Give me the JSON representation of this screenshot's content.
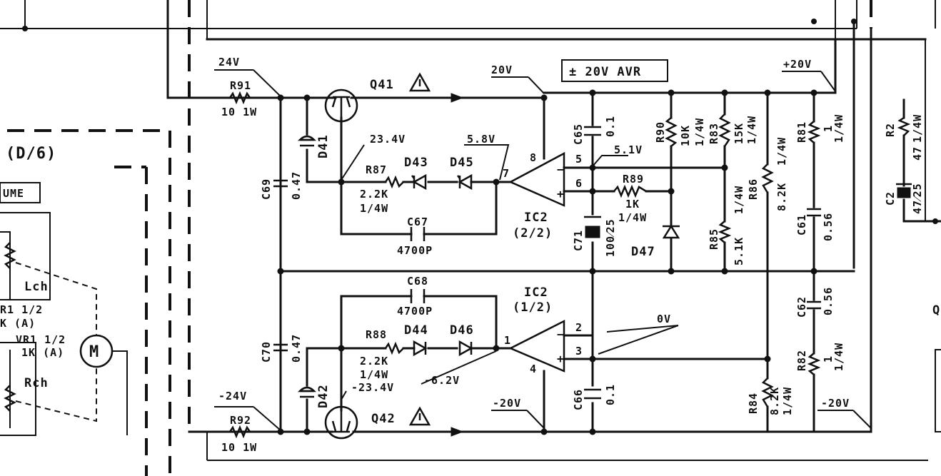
{
  "title_box": "± 20V AVR",
  "section_label": "(D/6)",
  "volume_label": "UME",
  "channels": {
    "left": "Lch",
    "right": "Rch"
  },
  "motor": "M",
  "vr": {
    "vr1_top": "R1  1/2",
    "vr1_top_sub": "K (A)",
    "vr1": "VR1  1/2",
    "vr1_sub": "1K (A)"
  },
  "voltages": {
    "in_pos": "24V",
    "in_neg": "-24V",
    "out_pos": "20V",
    "out_neg": "-20V",
    "rail_pos": "+20V",
    "rail_neg": "-20V",
    "v_23_4": "23.4V",
    "v_5_8": "5.8V",
    "v_5_1": "5.1V",
    "v_m23_4": "-23.4V",
    "v_m6_2": "-6.2V",
    "v_0": "0V"
  },
  "transistors": {
    "q41": "Q41",
    "q42": "Q42"
  },
  "ic": {
    "ic2_a": "IC2",
    "ic2_a_sub": "(2/2)",
    "ic2_b": "IC2",
    "ic2_b_sub": "(1/2)"
  },
  "pins": {
    "p8": "8",
    "p5": "5",
    "p6": "6",
    "p7": "7",
    "p1": "1",
    "p2": "2",
    "p3": "3",
    "p4": "4"
  },
  "resistors": {
    "r91": "R91",
    "r91_val": "10  1W",
    "r92": "R92",
    "r92_val": "10  1W",
    "r87": "R87",
    "r87_val": "2.2K",
    "r87_w": "1/4W",
    "r88": "R88",
    "r88_val": "2.2K",
    "r88_w": "1/4W",
    "r89": "R89",
    "r89_val": "1K",
    "r89_w": "1/4W",
    "r90": "R90",
    "r90_val": "10K",
    "r90_w": "1/4W",
    "r83": "R83",
    "r83_val": "15K",
    "r83_w": "1/4W",
    "r85": "R85",
    "r85_val": "5.1K",
    "r85_w": "1/4W",
    "r86": "R86",
    "r86_val": "8.2K",
    "r86_w": "1/4W",
    "r84": "R84",
    "r84_val": "8.2K",
    "r84_w": "1/4W",
    "r81": "R81",
    "r81_val": "1",
    "r81_w": "1/4W",
    "r82": "R82",
    "r82_val": "1",
    "r82_w": "1/4W",
    "r2": "R2",
    "r2_val": "47",
    "r2_w": "1/4W"
  },
  "capacitors": {
    "c69": "C69",
    "c69_val": "0.47",
    "c70": "C70",
    "c70_val": "0.47",
    "c67": "C67",
    "c67_val": "4700P",
    "c68": "C68",
    "c68_val": "4700P",
    "c65": "C65",
    "c65_val": "0.1",
    "c66": "C66",
    "c66_val": "0.1",
    "c71": "C71",
    "c71_val": "100⁄25",
    "c61": "C61",
    "c61_val": "0.56",
    "c62": "C62",
    "c62_val": "0.56",
    "c2": "C2",
    "c2_val": "47⁄25"
  },
  "diodes": {
    "d41": "D41",
    "d42": "D42",
    "d43": "D43",
    "d44": "D44",
    "d45": "D45",
    "d46": "D46",
    "d47": "D47"
  },
  "right_edge": {
    "letter": "Q"
  }
}
